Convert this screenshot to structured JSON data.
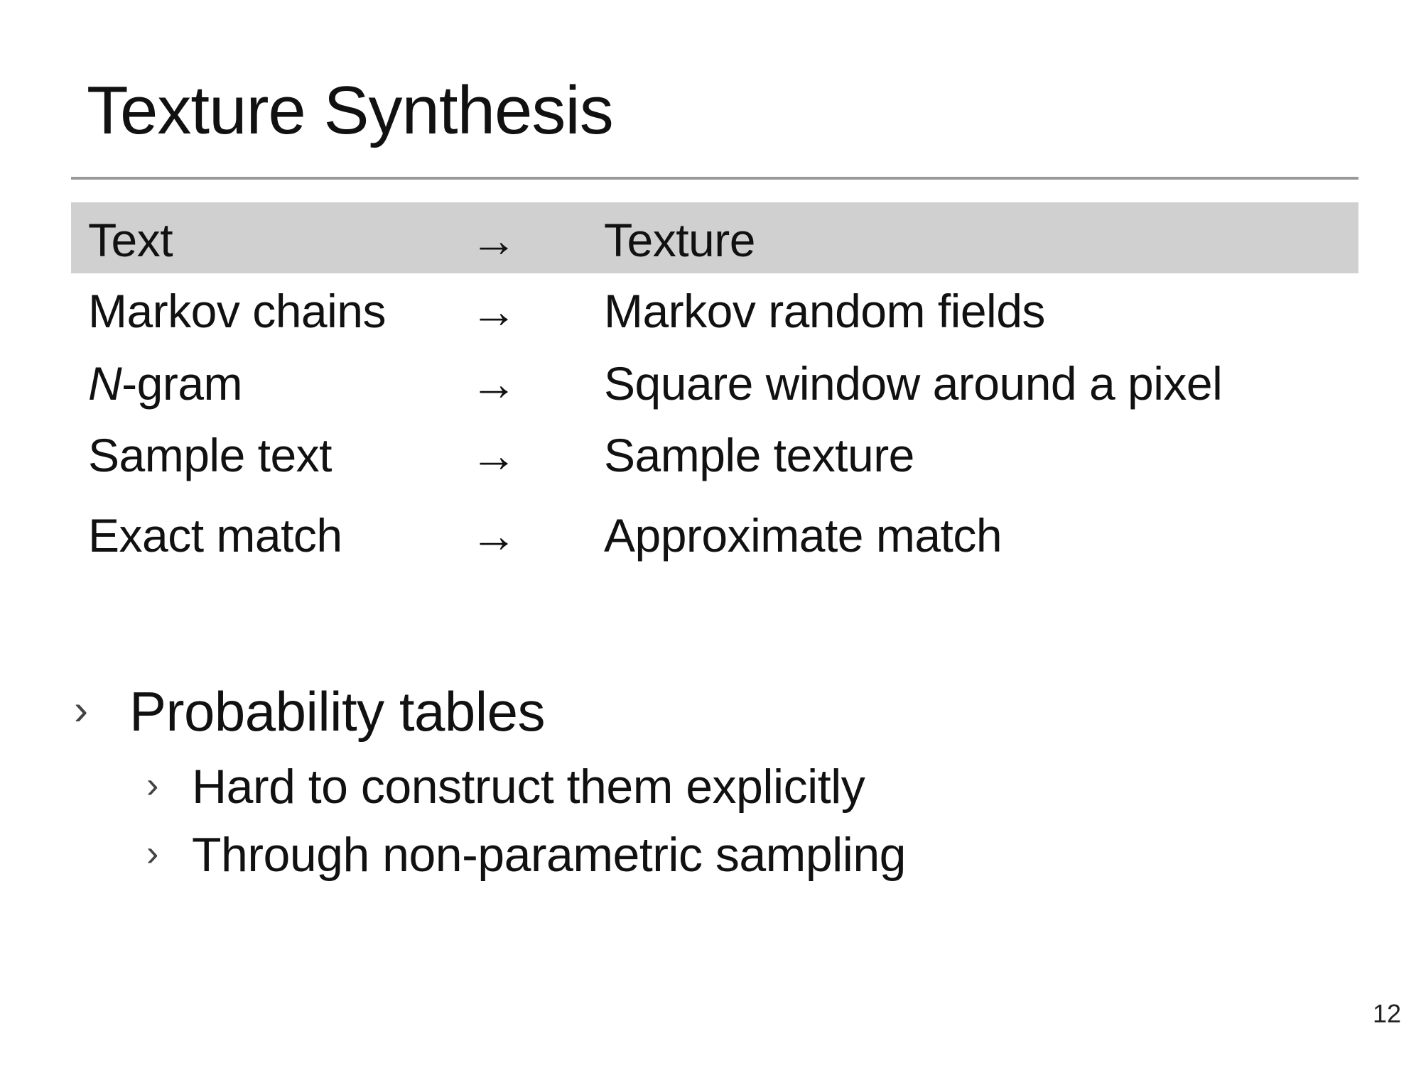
{
  "title": "Texture Synthesis",
  "table": {
    "rows": [
      {
        "left": "Text",
        "arrow": "→",
        "right": "Texture",
        "highlighted": true
      },
      {
        "left": "Markov chains",
        "arrow": "→",
        "right": "Markov random fields"
      },
      {
        "left_italic": "N",
        "left": "-gram",
        "arrow": "→",
        "right": "Square window around a pixel"
      },
      {
        "left": "Sample text",
        "arrow": "→",
        "right": "Sample texture"
      },
      {
        "left": "Exact match",
        "arrow": "→",
        "right": "Approximate match"
      }
    ]
  },
  "bullets": {
    "marker": "›",
    "main": "Probability tables",
    "sub": [
      "Hard to construct them explicitly",
      "Through non-parametric sampling"
    ]
  },
  "page_number": "12",
  "colors": {
    "rule": "#999999",
    "header_row": "#d0d0d0"
  }
}
